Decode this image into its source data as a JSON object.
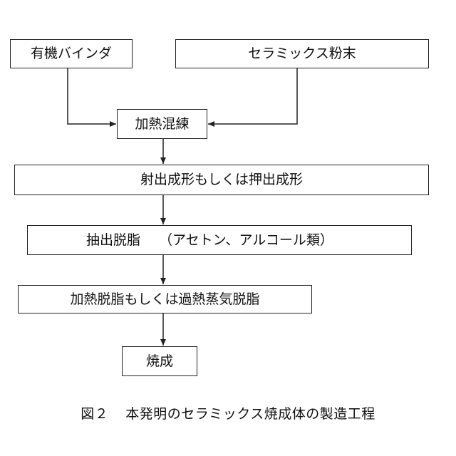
{
  "nodes": {
    "binder": "有機バインダ",
    "ceramic_powder": "セラミックス粉末",
    "heat_kneading": "加熱混練",
    "molding": "射出成形もしくは押出成形",
    "extraction": "抽出脱脂",
    "extraction_solvent": "（アセトン、アルコール類）",
    "thermal_debinding": "加熱脱脂もしくは過熱蒸気脱脂",
    "sintering": "焼成"
  },
  "caption": {
    "figure_number": "図２",
    "title": "本発明のセラミックス焼成体の製造工程"
  }
}
